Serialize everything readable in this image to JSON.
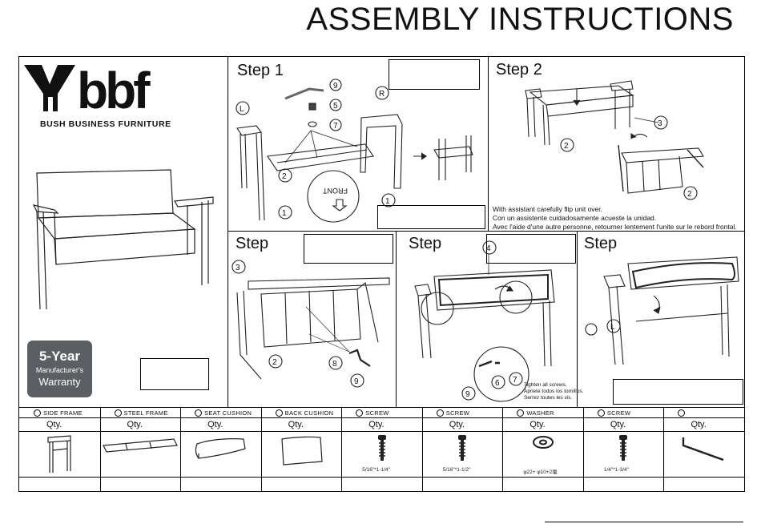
{
  "title": "ASSEMBLY INSTRUCTIONS",
  "brand": {
    "logo_text": "bbf",
    "tagline": "BUSH BUSINESS FURNITURE"
  },
  "warranty": {
    "years": "5-Year",
    "line2": "Manufacturer's",
    "line3": "Warranty"
  },
  "steps": [
    {
      "label": "Step 1"
    },
    {
      "label": "Step 2"
    },
    {
      "label": "Step"
    },
    {
      "label": "Step"
    },
    {
      "label": "Step"
    }
  ],
  "step1_callouts": {
    "l": "L",
    "r": "R",
    "n9": "9",
    "n5": "5",
    "n7": "7",
    "n2": "2",
    "n1a": "1",
    "n1b": "1",
    "front": "FRONT"
  },
  "step2_callouts": {
    "n2a": "2",
    "n3": "3",
    "n2b": "2"
  },
  "step2_note": [
    "With assistant carefully flip unit over.",
    "Con un assistente cuidadosamente acueste la unidad.",
    "Avec l'aide d'une autre personne, retourner lentement l'unite sur le rebord frontal."
  ],
  "step3_callouts": {
    "n3": "3",
    "n2": "2",
    "n8": "8",
    "n9": "9"
  },
  "step4_callouts": {
    "n4": "4",
    "n9": "9",
    "n6": "6",
    "n7": "7"
  },
  "step4_note": [
    "Tighten all screws.",
    "Apriete todos los tornillos.",
    "Serrez toutes les vis."
  ],
  "step5_callouts": {
    "l": "L"
  },
  "parts": [
    {
      "name": "SIDE FRAME",
      "qty": "Qty.",
      "spec": "",
      "icon": "side-frame-icon"
    },
    {
      "name": "STEEL FRAME",
      "qty": "Qty.",
      "spec": "",
      "icon": "steel-frame-icon"
    },
    {
      "name": "SEAT CUSHION",
      "qty": "Qty.",
      "spec": "",
      "icon": "seat-cushion-icon"
    },
    {
      "name": "BACK CUSHION",
      "qty": "Qty.",
      "spec": "",
      "icon": "back-cushion-icon"
    },
    {
      "name": "SCREW",
      "qty": "Qty.",
      "spec": "5/16\"*1-1/4\"",
      "icon": "screw-icon"
    },
    {
      "name": "SCREW",
      "qty": "Qty.",
      "spec": "5/16\"*1-1/2\"",
      "icon": "screw-icon"
    },
    {
      "name": "WASHER",
      "qty": "Qty.",
      "spec": "φ22+ φ10+2毫",
      "icon": "washer-icon"
    },
    {
      "name": "SCREW",
      "qty": "Qty.",
      "spec": "1/4\"*1-3/4\"",
      "icon": "screw-icon"
    },
    {
      "name": "",
      "qty": "Qty.",
      "spec": "",
      "icon": "allen-key-icon"
    }
  ]
}
